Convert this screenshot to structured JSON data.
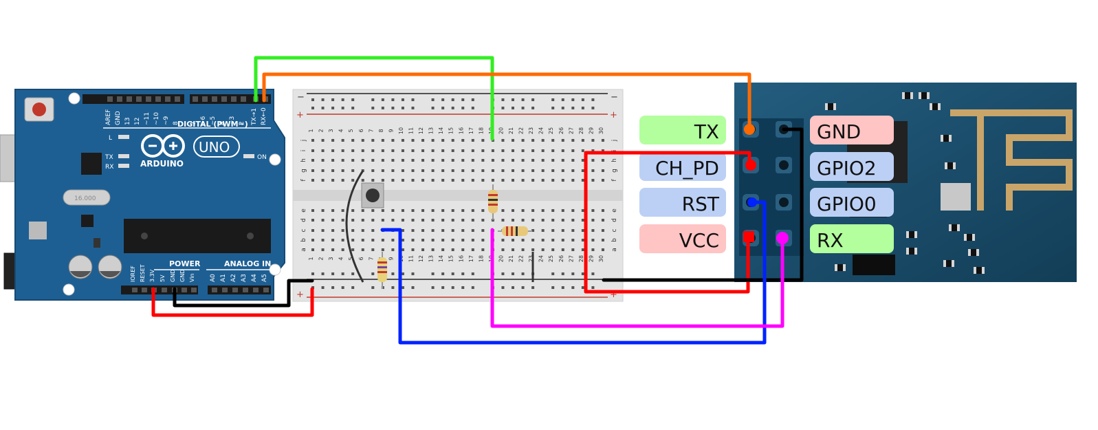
{
  "arduino": {
    "brand": "ARDUINO",
    "model": "UNO",
    "digital_header": "DIGITAL (PWM~)",
    "power_header": "POWER",
    "analog_header": "ANALOG IN",
    "led_labels": [
      "L",
      "TX",
      "RX"
    ],
    "on_label": "ON",
    "crystal_label": "16.000",
    "digital_pins": [
      "AREF",
      "GND",
      "13",
      "12",
      "~11",
      "~10",
      "~9",
      "8",
      "7",
      "~6",
      "~5",
      "4",
      "~3",
      "2",
      "TX→1",
      "RX←0"
    ],
    "power_pins": [
      "IOREF",
      "RESET",
      "3.3V",
      "5V",
      "GND",
      "GND",
      "Vin"
    ],
    "analog_pins": [
      "A0",
      "A1",
      "A2",
      "A3",
      "A4",
      "A5"
    ]
  },
  "breadboard": {
    "columns": [
      "1",
      "2",
      "3",
      "4",
      "5",
      "6",
      "7",
      "8",
      "9",
      "10",
      "11",
      "12",
      "13",
      "14",
      "15",
      "16",
      "17",
      "18",
      "19",
      "20",
      "21",
      "22",
      "23",
      "24",
      "25",
      "26",
      "27",
      "28",
      "29",
      "30"
    ],
    "rows_top": [
      "j",
      "i",
      "h",
      "g",
      "f"
    ],
    "rows_bottom": [
      "e",
      "d",
      "c",
      "b",
      "a"
    ],
    "rail_minus": "−",
    "rail_plus": "+"
  },
  "esp_labels": {
    "tx": "TX",
    "ch_pd": "CH_PD",
    "rst": "RST",
    "vcc": "VCC",
    "gnd": "GND",
    "gpio2": "GPIO2",
    "gpio0": "GPIO0",
    "rx": "RX"
  },
  "colors": {
    "arduino_board": "#1e5f93",
    "green_wire": "#33ee22",
    "orange_wire": "#ff6a00",
    "red_wire": "#ff0000",
    "black_wire": "#000000",
    "blue_wire": "#0022ff",
    "magenta_wire": "#ff00ff",
    "label_green": "#b3ff9e",
    "label_blue": "#bcd0f5",
    "label_pink": "#ffc4c4",
    "esp_board": "#1a4f6e"
  }
}
